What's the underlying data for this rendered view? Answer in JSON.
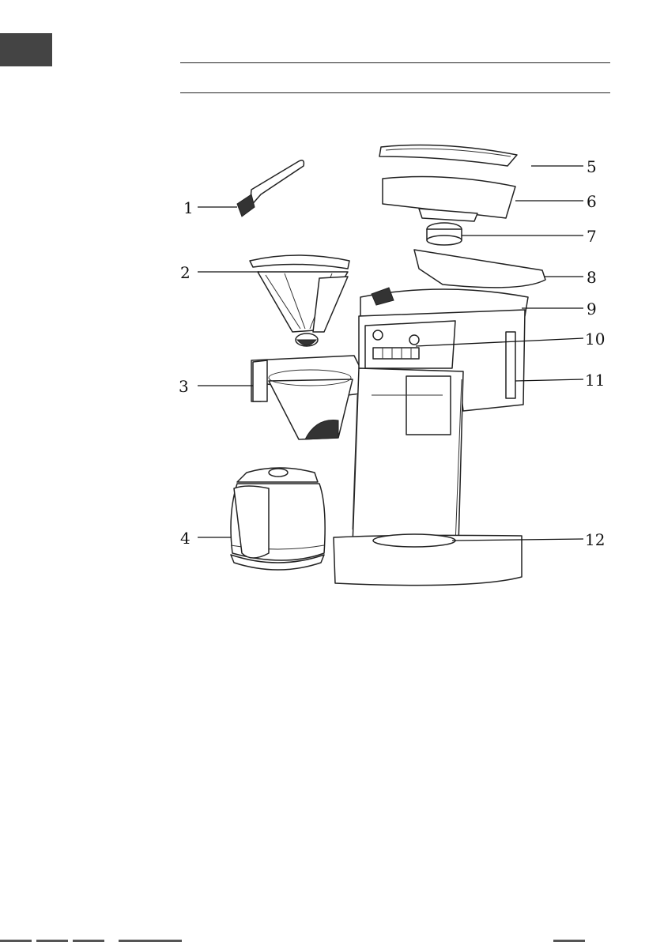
{
  "colors": {
    "tab": "#444444",
    "ink": "#111111"
  },
  "callouts": [
    "1",
    "2",
    "3",
    "4",
    "5",
    "6",
    "7",
    "8",
    "9",
    "10",
    "11",
    "12"
  ]
}
